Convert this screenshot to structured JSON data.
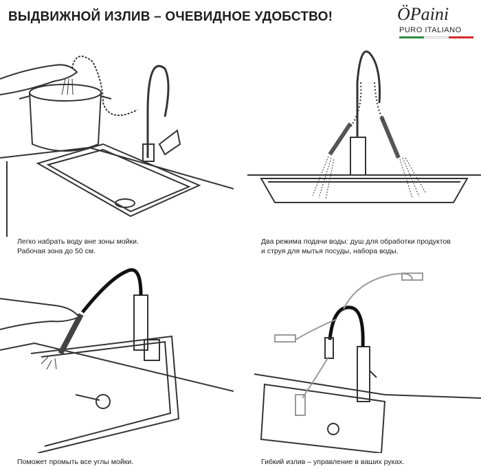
{
  "headline": "ВЫДВИЖНОЙ ИЗЛИВ – ОЧЕВИДНОЕ УДОБСТВО!",
  "brand": {
    "name": "Paini",
    "tagline": "PURO ITALIANO",
    "flag_colors": [
      "#2e8b3d",
      "#ffffff",
      "#d62828"
    ]
  },
  "panels": [
    {
      "caption_line1": "Легко набрать воду вне зоны  мойки.",
      "caption_line2": "Рабочая зона до 50 см."
    },
    {
      "caption_line1": "Два режима подачи воды: душ для обработки продуктов",
      "caption_line2": "и струя для мытья посуды, набора воды."
    },
    {
      "caption_line1": "Поможет промыть все углы мойки.",
      "caption_line2": ""
    },
    {
      "caption_line1": "Гибкий излив – управление в ваших руках.",
      "caption_line2": ""
    }
  ]
}
